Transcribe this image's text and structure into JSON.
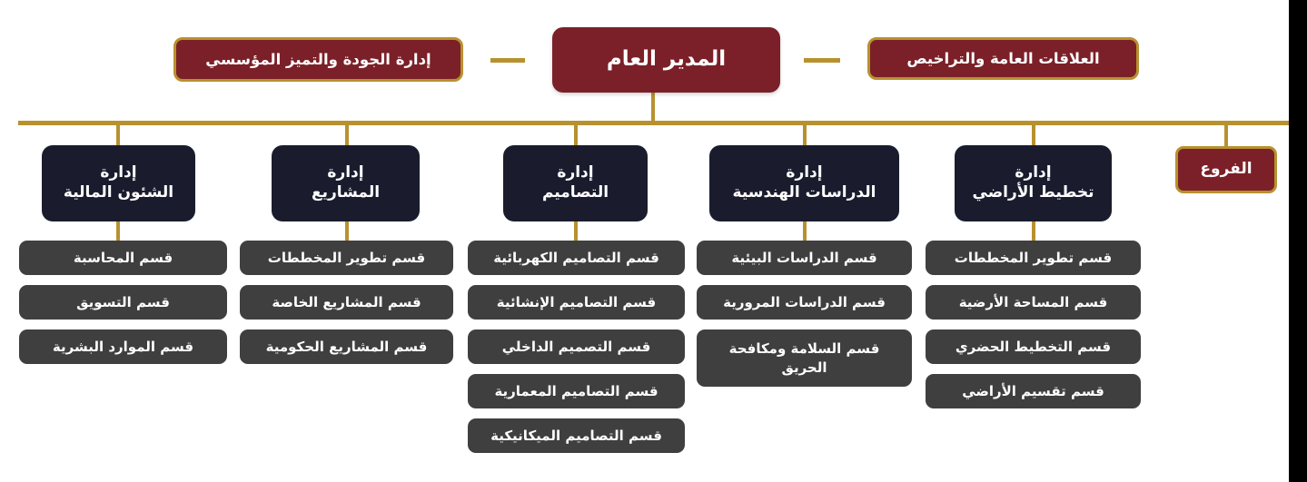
{
  "meta": {
    "direction": "rtl",
    "language": "ar",
    "title": "الهيكل التنظيمي"
  },
  "colors": {
    "primary_red": "#7b2028",
    "navy": "#1a1c2e",
    "gold": "#b8912f",
    "gray": "#3f3f3f",
    "white": "#ffffff",
    "edge_band": "#000000"
  },
  "root": {
    "label": "المدير العام"
  },
  "staff": [
    {
      "label": "إدارة الجودة والتميز المؤسسي",
      "side": "left"
    },
    {
      "label": "العلاقات العامة والتراخيص",
      "side": "right"
    }
  ],
  "branches_node": {
    "label": "الفروع"
  },
  "departments": [
    {
      "line1": "إدارة",
      "line2": "الشئون المالية",
      "subs": [
        "قسم المحاسبة",
        "قسم التسويق",
        "قسم الموارد البشرية"
      ]
    },
    {
      "line1": "إدارة",
      "line2": "المشاريع",
      "subs": [
        "قسم تطوير المخططات",
        "قسم المشاريع الخاصة",
        "قسم المشاريع الحكومية"
      ]
    },
    {
      "line1": "إدارة",
      "line2": "التصاميم",
      "subs": [
        "قسم التصاميم الكهربائية",
        "قسم التصاميم الإنشائية",
        "قسم التصميم الداخلي",
        "قسم التصاميم المعمارية",
        "قسم التصاميم الميكانيكية"
      ]
    },
    {
      "line1": "إدارة",
      "line2": "الدراسات الهندسية",
      "subs": [
        "قسم الدراسات البيئية",
        "قسم الدراسات المرورية",
        "قسم السلامة ومكافحة الحريق"
      ]
    },
    {
      "line1": "إدارة",
      "line2": "تخطيط الأراضي",
      "subs": [
        "قسم تطوير المخططات",
        "قسم المساحة الأرضية",
        "قسم التخطيط الحضري",
        "قسم تقسيم الأراضي"
      ]
    }
  ]
}
